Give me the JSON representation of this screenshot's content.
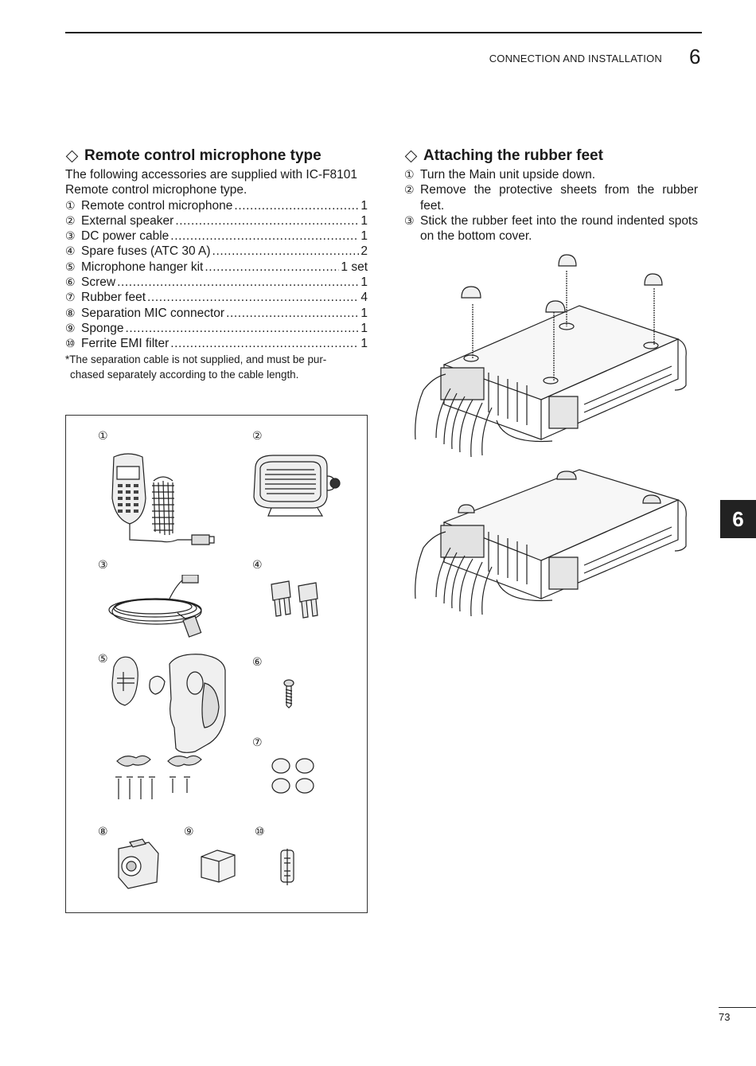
{
  "header": {
    "section_title": "CONNECTION AND INSTALLATION",
    "chapter_number": "6"
  },
  "chapter_tab": "6",
  "page_number": "73",
  "left_section": {
    "title": "Remote control microphone type",
    "intro": "The following accessories are supplied with IC-F8101 Remote control microphone type.",
    "items": [
      {
        "num": "①",
        "name": "Remote control microphone",
        "qty": "1"
      },
      {
        "num": "②",
        "name": "External speaker",
        "qty": "1"
      },
      {
        "num": "③",
        "name": "DC power cable",
        "qty": "1"
      },
      {
        "num": "④",
        "name": "Spare fuses (ATC 30 A)",
        "qty": "2"
      },
      {
        "num": "⑤",
        "name": "Microphone hanger kit",
        "qty": "1 set"
      },
      {
        "num": "⑥",
        "name": "Screw",
        "qty": "1"
      },
      {
        "num": "⑦",
        "name": "Rubber feet",
        "qty": "4"
      },
      {
        "num": "⑧",
        "name": "Separation MIC connector",
        "qty": "1"
      },
      {
        "num": "⑨",
        "name": "Sponge",
        "qty": "1"
      },
      {
        "num": "⑩",
        "name": "Ferrite EMI filter",
        "qty": "1"
      }
    ],
    "note_line1": "*The separation cable is not supplied, and must be pur-",
    "note_line2": "chased separately according to the cable length."
  },
  "right_section": {
    "title": "Attaching the rubber feet",
    "steps": [
      {
        "num": "①",
        "text": "Turn the Main unit upside down."
      },
      {
        "num": "②",
        "text": "Remove the protective sheets from the rubber feet."
      },
      {
        "num": "③",
        "text": "Stick the rubber feet into the round indented spots on the bottom cover."
      }
    ]
  },
  "figure_labels": [
    "①",
    "②",
    "③",
    "④",
    "⑤",
    "⑥",
    "⑦",
    "⑧",
    "⑨",
    "⑩"
  ]
}
